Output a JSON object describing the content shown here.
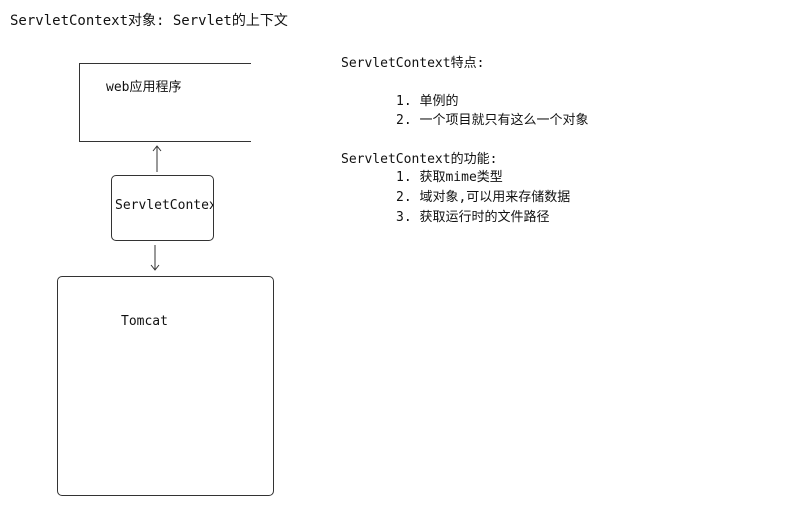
{
  "title": "ServletContext对象: Servlet的上下文",
  "diagram": {
    "web_app_label": "web应用程序",
    "servlet_context_label": "ServletContext",
    "tomcat_label": "Tomcat"
  },
  "features": {
    "heading": "ServletContext特点:",
    "items": [
      "1. 单例的",
      "2. 一个项目就只有这么一个对象"
    ]
  },
  "functions": {
    "heading": "ServletContext的功能:",
    "items": [
      "1. 获取mime类型",
      "2. 域对象,可以用来存储数据",
      "3. 获取运行时的文件路径"
    ]
  }
}
